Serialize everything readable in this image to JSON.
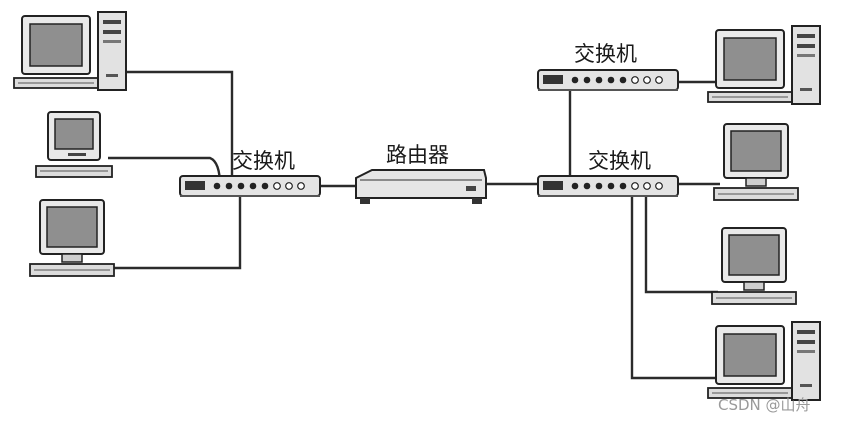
{
  "labels": {
    "switch_left": "交换机",
    "router": "路由器",
    "switch_right_top": "交换机",
    "switch_right_mid": "交换机"
  },
  "watermark": "CSDN @山舟",
  "icons": {
    "computer": "desktop-computer-icon",
    "switch": "network-switch-icon",
    "router": "router-icon"
  },
  "colors": {
    "line": "#2b2b2b",
    "device_body": "#e9e9e9",
    "screen": "#8f8f8f",
    "background": "#ffffff"
  }
}
